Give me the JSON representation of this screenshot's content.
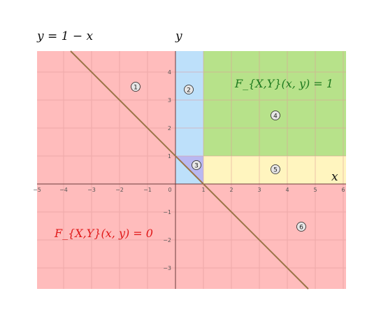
{
  "labels": {
    "line_label": "y = 1 − x",
    "y_axis": "y",
    "x_axis": "x",
    "f_one": "F_{X,Y}(x, y) = 1",
    "f_zero": "F_{X,Y}(x, y) = 0"
  },
  "ticks": {
    "x": [
      "−5",
      "−4",
      "−3",
      "−2",
      "−1",
      "0",
      "1",
      "2",
      "3",
      "4",
      "5",
      "6"
    ],
    "y": [
      "4",
      "3",
      "2",
      "1",
      "−1",
      "−2",
      "−3"
    ]
  },
  "regions": [
    {
      "id": "1",
      "color": "#ffbcbc"
    },
    {
      "id": "2",
      "color": "#bde0fa"
    },
    {
      "id": "3",
      "color": "#b9b8f1"
    },
    {
      "id": "4",
      "color": "#b7e28a"
    },
    {
      "id": "5",
      "color": "#fff5bf"
    },
    {
      "id": "6",
      "color": "#ffbcbc"
    }
  ],
  "colors": {
    "line": "#9a7447",
    "f_one_text": "#1f7a1f",
    "f_zero_text": "#e01919",
    "grid": "#e09a9a",
    "axis": "#6b3b3b"
  }
}
